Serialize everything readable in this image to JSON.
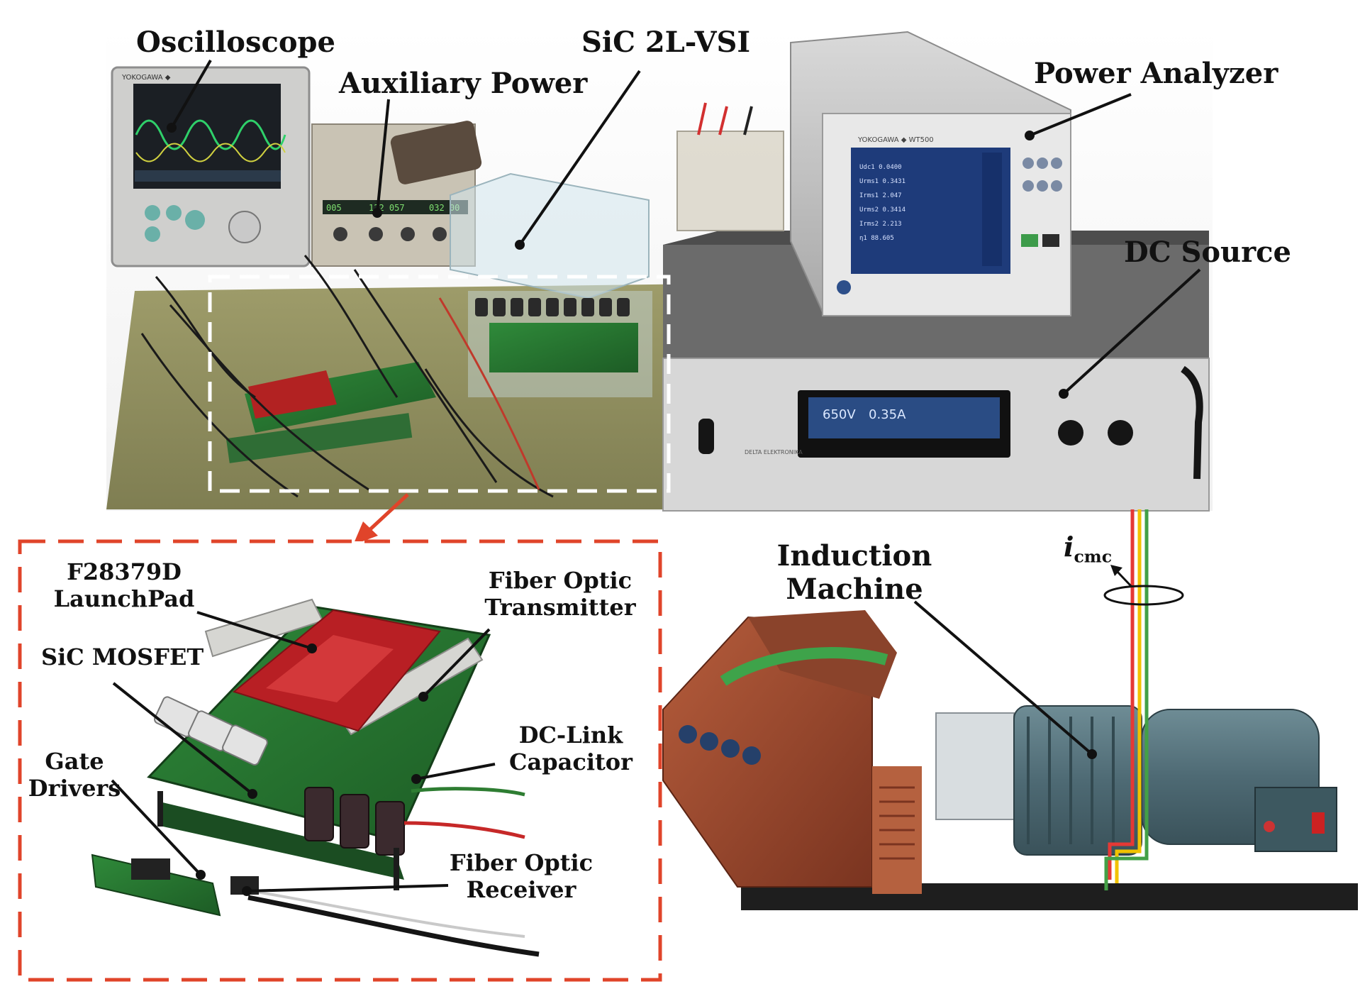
{
  "figure": {
    "labels": {
      "oscilloscope": "Oscilloscope",
      "auxiliary_power": "Auxiliary Power",
      "sic_vsi": "SiC 2L-VSI",
      "power_analyzer": "Power Analyzer",
      "dc_source": "DC Source",
      "induction_machine_line1": "Induction",
      "induction_machine_line2": "Machine",
      "launchpad_line1": "F28379D",
      "launchpad_line2": "LaunchPad",
      "sic_mosfet": "SiC MOSFET",
      "fiber_tx_line1": "Fiber Optic",
      "fiber_tx_line2": "Transmitter",
      "dc_link_line1": "DC-Link",
      "dc_link_line2": "Capacitor",
      "gate_drivers_line1": "Gate",
      "gate_drivers_line2": "Drivers",
      "fiber_rx_line1": "Fiber Optic",
      "fiber_rx_line2": "Receiver",
      "icmc_symbol": "i",
      "icmc_subscript": "cmc"
    },
    "instrument_readouts": {
      "dc_source_voltage": "650V",
      "dc_source_current": "0.35A",
      "analyzer_brand": "YOKOGAWA ◆ WT500",
      "scope_brand": "YOKOGAWA ◆",
      "dc_source_brand": "DELTA ELEKTRONIKA"
    },
    "colors": {
      "zoom_box": "#e0442a",
      "highlight_box": "#ffffff",
      "cable_red": "#e53935",
      "cable_yellow": "#f2c200",
      "cable_green": "#43a047",
      "leader_line": "#111111"
    }
  }
}
